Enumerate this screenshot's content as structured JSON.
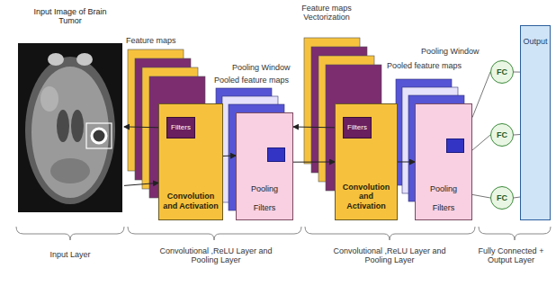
{
  "diagram": {
    "nodes": [
      {
        "text": [
          "Input Image of Brain Tumor"
        ]
      },
      {
        "text": [
          "Convolution and Activation"
        ]
      },
      {
        "text": [
          "Filters"
        ],
        "in": 1
      },
      {
        "text": [
          "Pooling",
          "Filters"
        ]
      },
      {
        "text": [
          "Convolution and Activation"
        ]
      },
      {
        "text": [
          "Filters"
        ],
        "in": 4
      },
      {
        "text": [
          "Pooling",
          "Filters"
        ]
      },
      {
        "text": [
          "FC"
        ]
      },
      {
        "text": [
          "FC"
        ]
      },
      {
        "text": [
          "FC"
        ]
      },
      {
        "text": [
          "Output"
        ]
      }
    ],
    "edges": [
      {
        "from": 0,
        "to": 1,
        "arrow": "to"
      },
      {
        "from": 2,
        "to": 0,
        "arrow": "to"
      },
      {
        "from": 1,
        "to": 3,
        "arrow": "to"
      },
      {
        "from": 3,
        "to": 4,
        "arrow": "to"
      },
      {
        "from": 5,
        "to": 3,
        "arrow": "to"
      },
      {
        "from": 4,
        "to": 6,
        "arrow": "to"
      },
      {
        "from": 6,
        "to": 7,
        "arrow": "none"
      },
      {
        "from": 6,
        "to": 8,
        "arrow": "none"
      },
      {
        "from": 6,
        "to": 9,
        "arrow": "none"
      },
      {
        "from": 7,
        "to": 10,
        "arrow": "none"
      },
      {
        "from": 8,
        "to": 10,
        "arrow": "none"
      },
      {
        "from": 9,
        "to": 10,
        "arrow": "none"
      }
    ],
    "labels": [
      "Feature maps",
      "Pooling Window",
      "Pooled feature maps",
      "Feature maps Vectorization",
      "Pooled feature maps",
      "Pooling Window",
      "Input Layer",
      "Convolutional ,ReLU Layer and Pooling Layer",
      "Convolutional ,ReLU Layer and Pooling Layer",
      "Fully Connected + Output Layer"
    ]
  }
}
